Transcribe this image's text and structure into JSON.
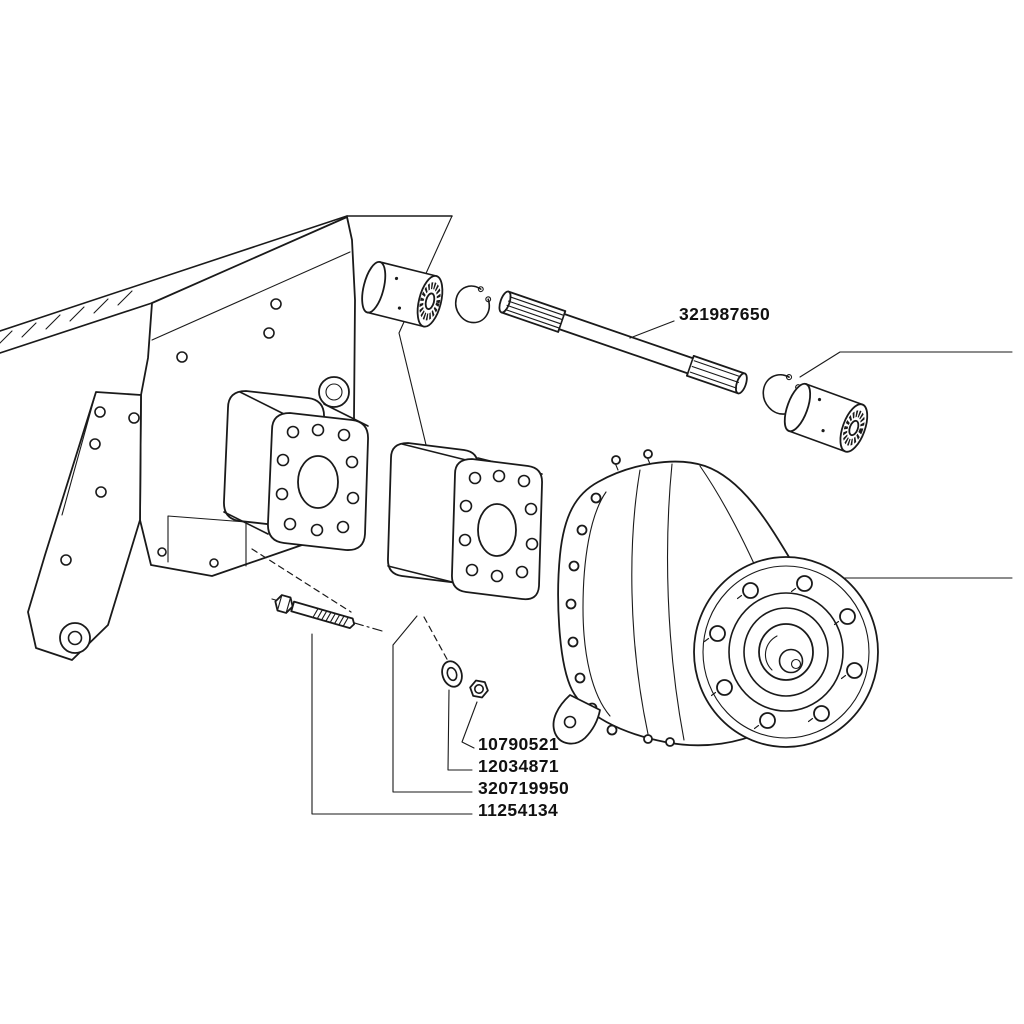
{
  "colors": {
    "background": "#ffffff",
    "ink": "#1a1a1a"
  },
  "diagram": {
    "kind": "exploded parts drawing",
    "content": "tractor frame with support bracket, two adapter mounting plates, bolt, washer, nut, splined PTO shaft with snap rings and coupling sleeves, gearbox housing with bolted circular output flange"
  },
  "labels": {
    "shaft": "321987650",
    "list": [
      "10790521",
      "12034871",
      "320719950",
      "11254134"
    ]
  }
}
